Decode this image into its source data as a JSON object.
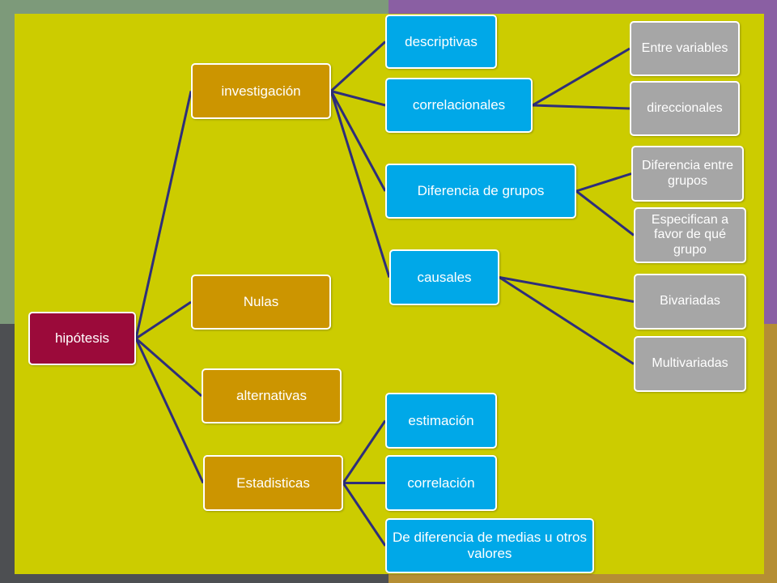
{
  "diagram": {
    "root": "hipótesis",
    "investigacion": "investigación",
    "nulas": "Nulas",
    "alternativas": "alternativas",
    "estadisticas": "Estadisticas",
    "descriptivas": "descriptivas",
    "correlacionales": "correlacionales",
    "diferencia_grupos": "Diferencia de grupos",
    "causales": "causales",
    "entre_variables": "Entre variables",
    "direccionales": "direccionales",
    "diferencia_entre_grupos": "Diferencia entre grupos",
    "especifican": "Especifican a favor de qué grupo",
    "bivariadas": "Bivariadas",
    "multivariadas": "Multivariadas",
    "estimacion": "estimación",
    "correlacion": "correlación",
    "diferencia_medias": "De diferencia de medias u otros valores"
  },
  "colors": {
    "root": "#9b0a3a",
    "level1": "#cc9500",
    "level2": "#00a8e8",
    "level3": "#a6a6a6",
    "canvas": "#cccc00",
    "connector": "#2e2e7a"
  }
}
